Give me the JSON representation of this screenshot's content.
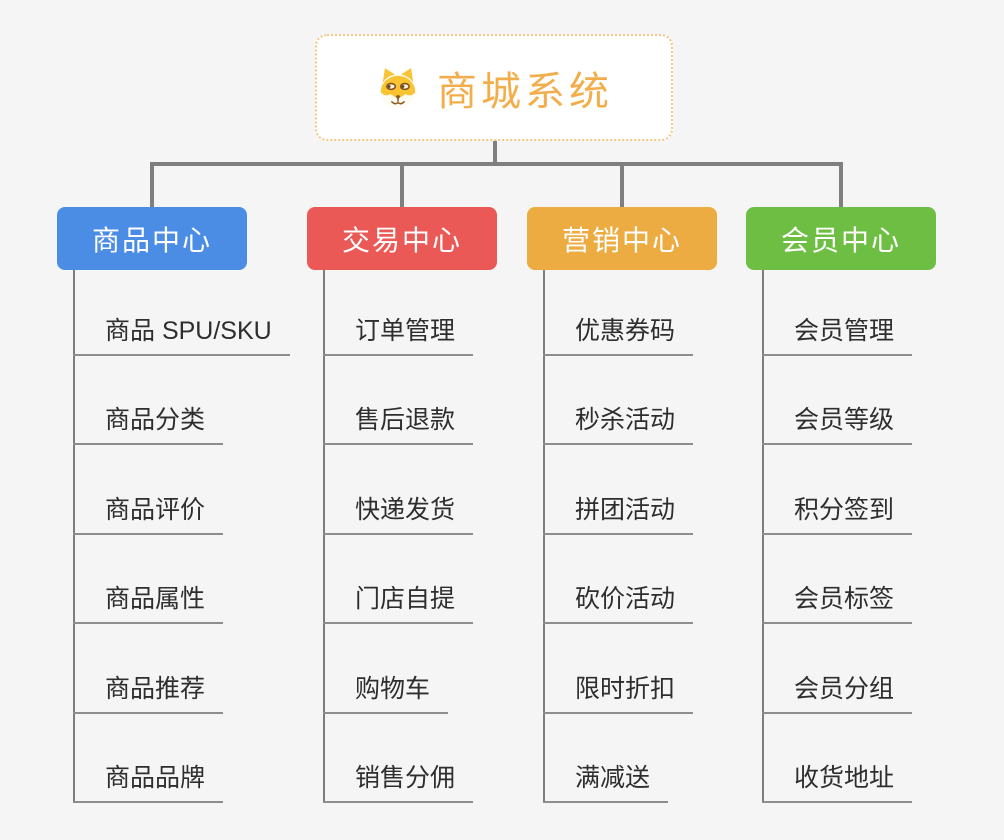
{
  "page": {
    "background_color": "#f5f5f6"
  },
  "root": {
    "title": "商城系统",
    "icon": "shiba-dog-face-icon",
    "title_color": "#f3ae4b",
    "border_color": "#f6c581"
  },
  "connector_color": "#7f7f7f",
  "branches": [
    {
      "label": "商品中心",
      "color": "#4b8de4",
      "children": [
        "商品 SPU/SKU",
        "商品分类",
        "商品评价",
        "商品属性",
        "商品推荐",
        "商品品牌"
      ]
    },
    {
      "label": "交易中心",
      "color": "#ea5955",
      "children": [
        "订单管理",
        "售后退款",
        "快递发货",
        "门店自提",
        "购物车",
        "销售分佣"
      ]
    },
    {
      "label": "营销中心",
      "color": "#ecac41",
      "children": [
        "优惠券码",
        "秒杀活动",
        "拼团活动",
        "砍价活动",
        "限时折扣",
        "满减送"
      ]
    },
    {
      "label": "会员中心",
      "color": "#6fbe44",
      "children": [
        "会员管理",
        "会员等级",
        "积分签到",
        "会员标签",
        "会员分组",
        "收货地址"
      ]
    }
  ]
}
